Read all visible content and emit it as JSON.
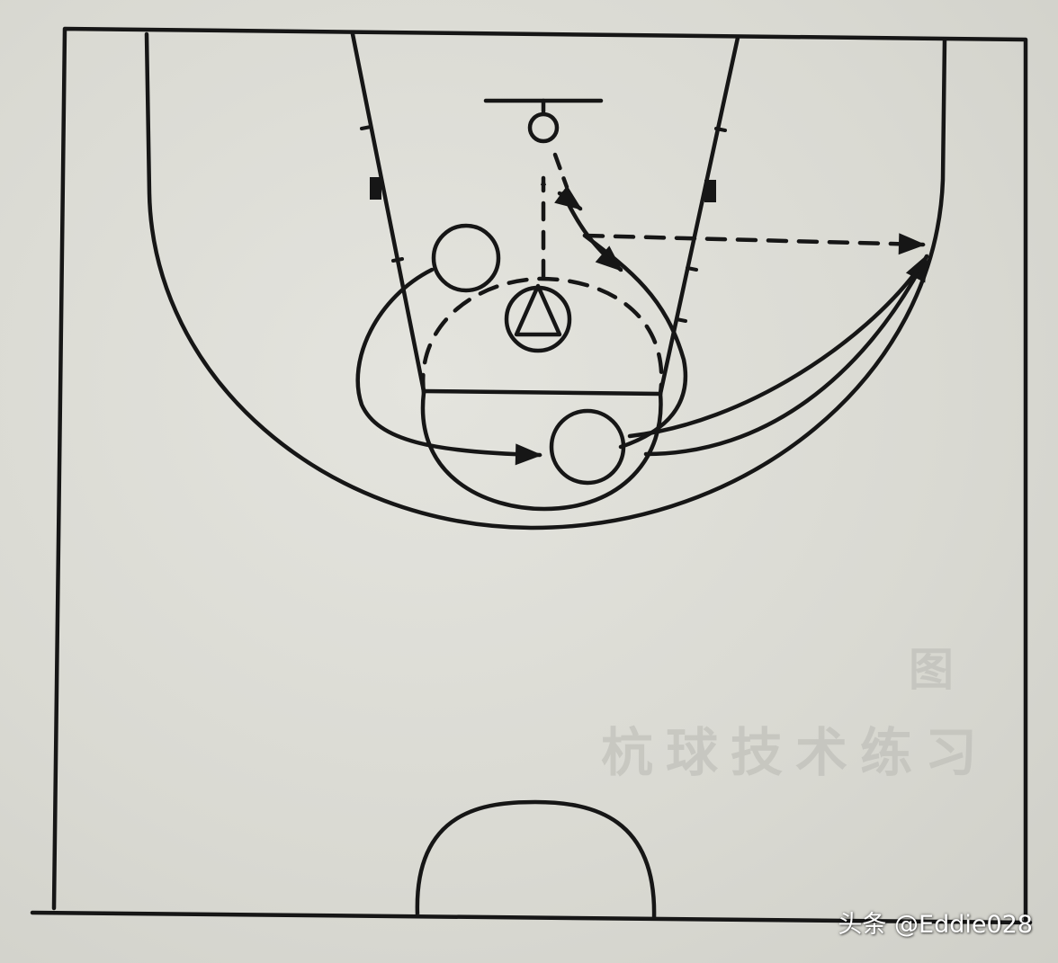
{
  "background_text": {
    "title": "杭球技术练习",
    "figure": "图"
  },
  "watermark": "头条 @Eddie028",
  "colors": {
    "ink": "#161616",
    "paper": "#dcdcd6"
  }
}
